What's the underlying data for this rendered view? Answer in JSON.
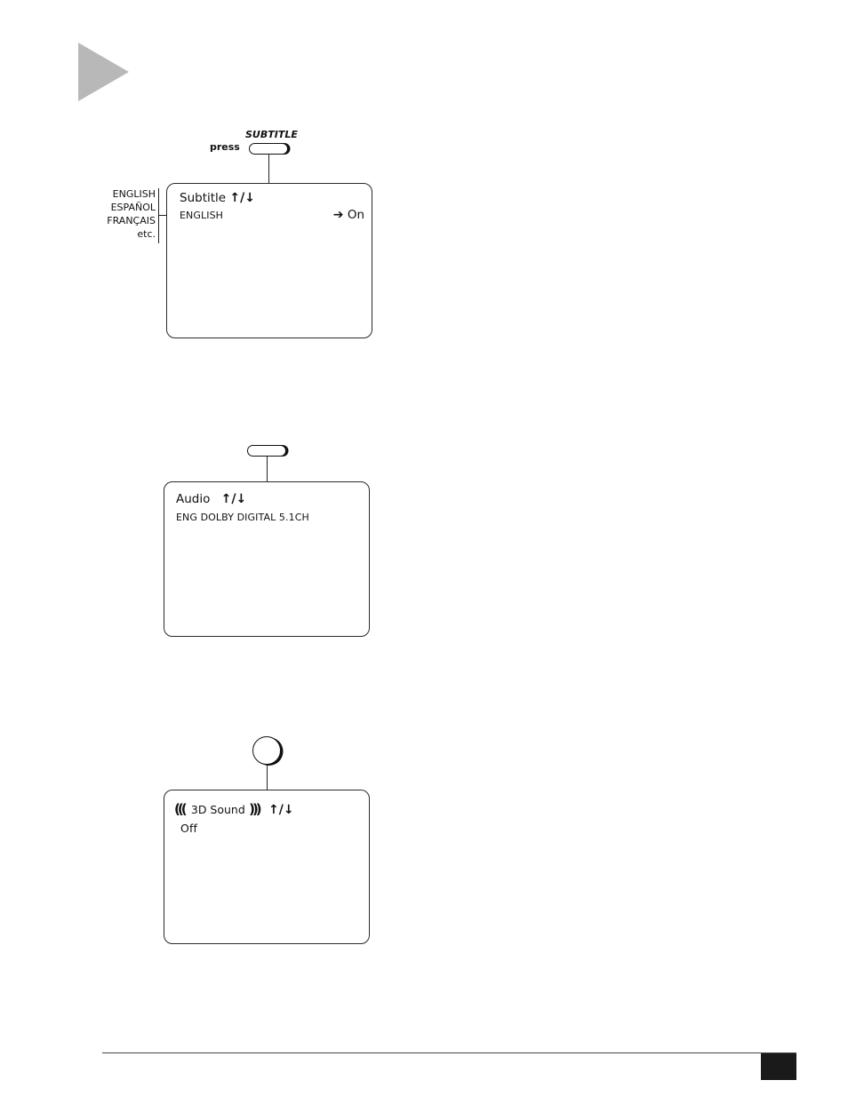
{
  "subtitle_section": {
    "button_caption": "SUBTITLE",
    "press_label": "press",
    "languages": [
      "ENGLISH",
      "ESPAÑOL",
      "FRANÇAIS",
      "etc."
    ],
    "screen_title": "Subtitle",
    "up_down": "↑/↓",
    "current_value": "ENGLISH",
    "state_arrow": "➔",
    "state": "On"
  },
  "audio_section": {
    "screen_title": "Audio",
    "up_down": "↑/↓",
    "current_value": "ENG DOLBY DIGITAL 5.1CH"
  },
  "sound3d_section": {
    "wave_left": "(((",
    "screen_title": "3D Sound",
    "wave_right": ")))",
    "up_down": "↑/↓",
    "current_value": "Off"
  }
}
